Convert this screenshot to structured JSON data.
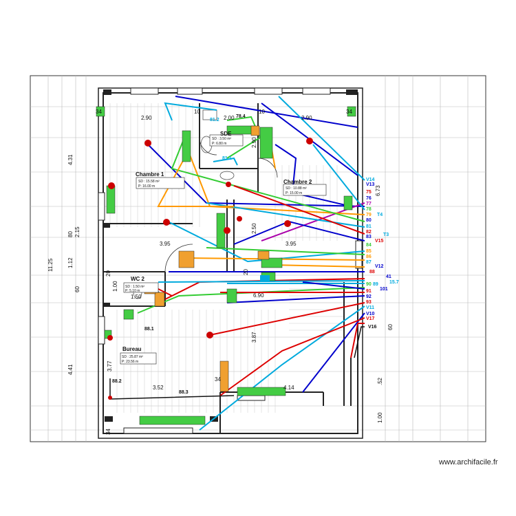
{
  "watermark": "www.archifacile.fr",
  "rooms": [
    {
      "name": "Chambre 1",
      "area": "SD : 15.58 m²",
      "perim": "P: 16.00 m"
    },
    {
      "name": "Chambre 2",
      "area": "SD : 10.88 m²",
      "perim": "P: 15.00 m"
    },
    {
      "name": "SDE",
      "area": "SD : 3.50 m²",
      "perim": "P: 6.80 m"
    },
    {
      "name": "WC 2",
      "area": "SD : 1.50 m²",
      "perim": "P: 5.10 m"
    },
    {
      "name": "Bureau",
      "area": "SD : 25.87 m²",
      "perim": "P: 23.56 m"
    }
  ],
  "dimensions": {
    "top_left": "2.90",
    "top_mid": "2.00",
    "top_right": "2.90",
    "d_290b": "2.90",
    "d_395a": "3.95",
    "d_395b": "3.95",
    "d_250": "2.50",
    "d_690": "6.90",
    "d_387": "3.87",
    "d_352": "3.52",
    "d_414": "4.14",
    "d_150": "1.50",
    "d_100": "1.00",
    "d_377": "3.77",
    "d_431": "4.31",
    "d_215": "2.15",
    "d_112": "1.12",
    "d_60": "60",
    "d_1125": "11.25",
    "d_441": "4.41",
    "d_80": "80",
    "d_673": "6.73",
    "d_r60": "60",
    "d_52": ".52",
    "d_r100": "1.00",
    "d_34a": "34",
    "d_34b": "34",
    "d_34c": "34",
    "d_34d": "34",
    "d_20a": "20",
    "d_20b": "20",
    "d_10a": "10",
    "d_10b": "10"
  },
  "circuit_labels": [
    {
      "text": "V14",
      "color": "#00aadd"
    },
    {
      "text": "V13",
      "color": "#0000cc"
    },
    {
      "text": "75",
      "color": "#dd0000"
    },
    {
      "text": "76",
      "color": "#0000cc"
    },
    {
      "text": "77",
      "color": "#aa00aa"
    },
    {
      "text": "78",
      "color": "#33cc33"
    },
    {
      "text": "79",
      "color": "#ff9900"
    },
    {
      "text": "T4",
      "color": "#00aadd"
    },
    {
      "text": "80",
      "color": "#0000cc"
    },
    {
      "text": "81",
      "color": "#00aadd"
    },
    {
      "text": "82",
      "color": "#dd0000"
    },
    {
      "text": "83",
      "color": "#0000cc"
    },
    {
      "text": "T3",
      "color": "#00aadd"
    },
    {
      "text": "V15",
      "color": "#dd0000"
    },
    {
      "text": "84",
      "color": "#33cc33"
    },
    {
      "text": "85",
      "color": "#ff9900"
    },
    {
      "text": "86",
      "color": "#ff9900"
    },
    {
      "text": "87",
      "color": "#00aadd"
    },
    {
      "text": "V12",
      "color": "#0000cc"
    },
    {
      "text": "88",
      "color": "#dd0000"
    },
    {
      "text": "41",
      "color": "#0000cc"
    },
    {
      "text": "15.7",
      "color": "#00aadd"
    },
    {
      "text": "89",
      "color": "#00aadd"
    },
    {
      "text": "90",
      "color": "#33cc33"
    },
    {
      "text": "101",
      "color": "#0000cc"
    },
    {
      "text": "91",
      "color": "#dd0000"
    },
    {
      "text": "92",
      "color": "#0000cc"
    },
    {
      "text": "93",
      "color": "#dd0000"
    },
    {
      "text": "V11",
      "color": "#00aadd"
    },
    {
      "text": "V10",
      "color": "#0000cc"
    },
    {
      "text": "V17",
      "color": "#dd0000"
    },
    {
      "text": "V16",
      "color": "#111111"
    }
  ],
  "point_labels": {
    "p_784": "78.4",
    "p_812": "81.2",
    "p_811": "81.1",
    "p_sde": "SDE",
    "p_881": "88.1",
    "p_882": "88.2",
    "p_883": "88.3"
  }
}
